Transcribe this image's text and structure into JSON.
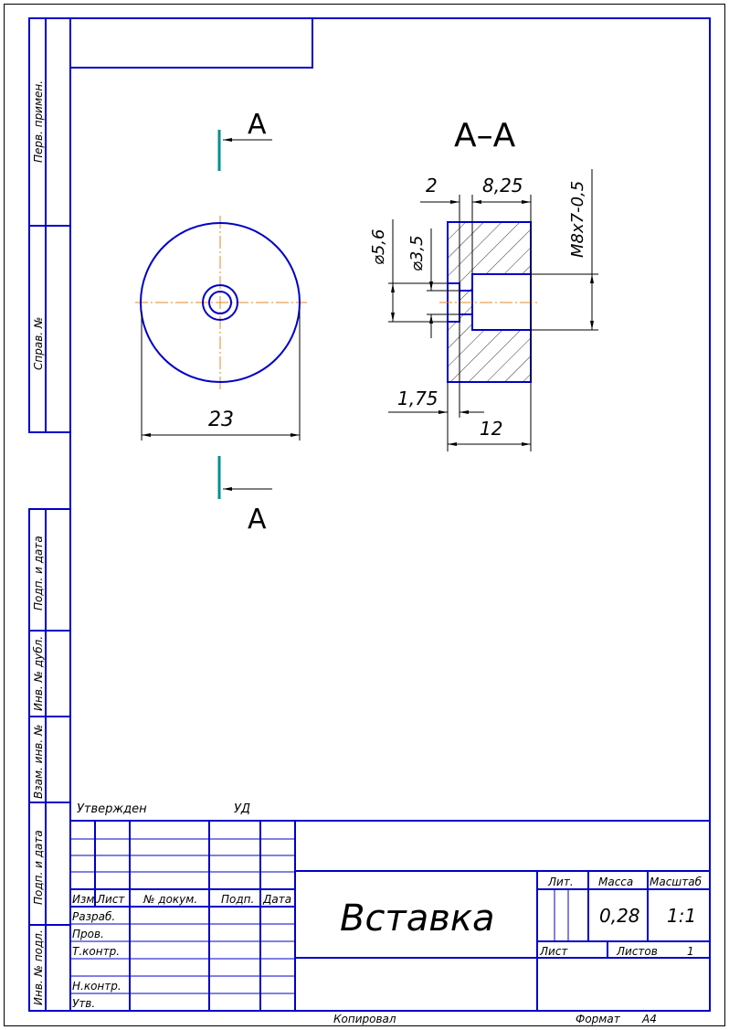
{
  "colors": {
    "frame": "#0000c8",
    "dimension": "#000000",
    "centerline": "#e08a2a",
    "section_mark": "#009090"
  },
  "side_strip": {
    "top": [
      "Перв. примен.",
      "Справ. №"
    ],
    "bottom": [
      "Подп. и дата",
      "Инв. № дубл.",
      "Взам. инв. №",
      "Подп. и дата",
      "Инв. № подл."
    ]
  },
  "views": {
    "section_label_top": "А",
    "section_label_bottom": "А",
    "section_title": "А–А",
    "dim_diameter_outer": "23",
    "dims_section": {
      "d1": "2",
      "d2": "8,25",
      "d3": "⌀5,6",
      "d4": "⌀3,5",
      "d5": "M8x7-0,5",
      "d6": "1,75",
      "d7": "12"
    }
  },
  "title_block": {
    "approved": "Утвержден",
    "approved_code": "УД",
    "headers": [
      "Изм.",
      "Лист",
      "№ докум.",
      "Подп.",
      "Дата"
    ],
    "roles": [
      "Разраб.",
      "Пров.",
      "Т.контр.",
      "",
      "Н.контр.",
      "Утв."
    ],
    "part_name": "Вставка",
    "lit_label": "Лит.",
    "mass_label": "Масса",
    "scale_label": "Масштаб",
    "mass_value": "0,28",
    "scale_value": "1:1",
    "sheet_label": "Лист",
    "sheets_label": "Листов",
    "sheets_value": "1"
  },
  "footer": {
    "copied": "Копировал",
    "format_label": "Формат",
    "format_value": "А4"
  }
}
